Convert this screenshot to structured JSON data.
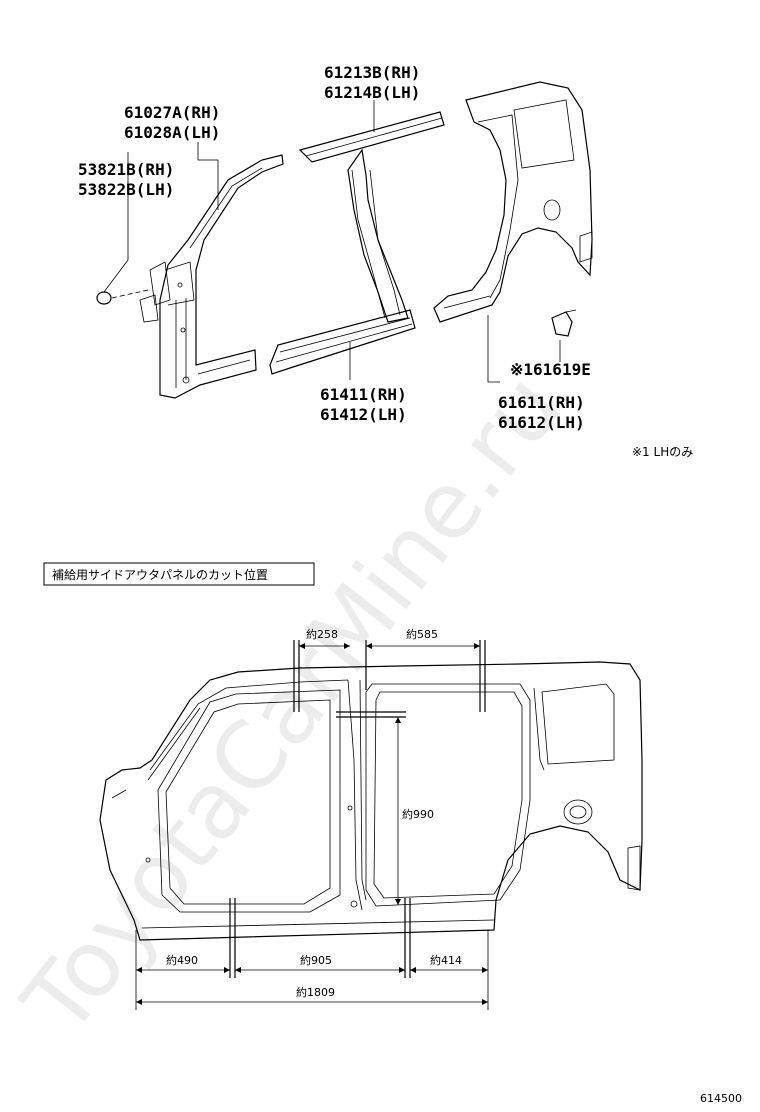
{
  "parts": {
    "p61027a": "61027A(RH)",
    "p61028a": "61028A(LH)",
    "p53821b": "53821B(RH)",
    "p53822b": "53822B(LH)",
    "p61213b": "61213B(RH)",
    "p61214b": "61214B(LH)",
    "p61411": "61411(RH)",
    "p61412": "61412(LH)",
    "p61619e": "※161619E",
    "p61611": "61611(RH)",
    "p61612": "61612(LH)"
  },
  "note_lh_only": "※1 LHのみ",
  "section_title": "補給用サイドアウタパネルのカット位置",
  "dimensions": {
    "d258": "約258",
    "d585": "約585",
    "d990": "約990",
    "d490": "約490",
    "d905": "約905",
    "d414": "約414",
    "d1809": "約1809"
  },
  "watermark": "ToyotaCarMine.ru",
  "figure_id": "614500"
}
